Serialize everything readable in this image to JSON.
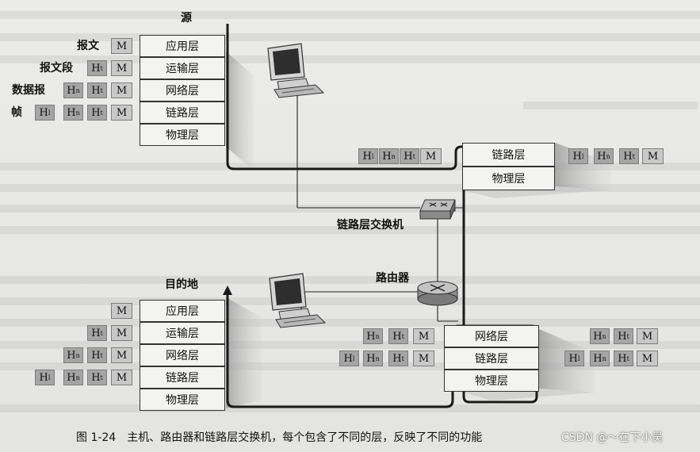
{
  "labels": {
    "source": "源",
    "destination": "目的地",
    "switch": "链路层交换机",
    "router": "路由器"
  },
  "pdu_labels": {
    "message": "报文",
    "segment": "报文段",
    "datagram": "数据报",
    "frame": "帧"
  },
  "layers": {
    "application": "应用层",
    "transport": "运输层",
    "network": "网络层",
    "link": "链路层",
    "physical": "物理层"
  },
  "headers": {
    "H": "H",
    "t": "t",
    "n": "n",
    "l": "l",
    "M": "M"
  },
  "caption": "图 1-24　主机、路由器和链路层交换机，每个包含了不同的层，反映了不同的功能",
  "watermark": "CSDN @～在下小吴",
  "icons": [
    "computer-icon",
    "switch-icon",
    "router-icon"
  ]
}
